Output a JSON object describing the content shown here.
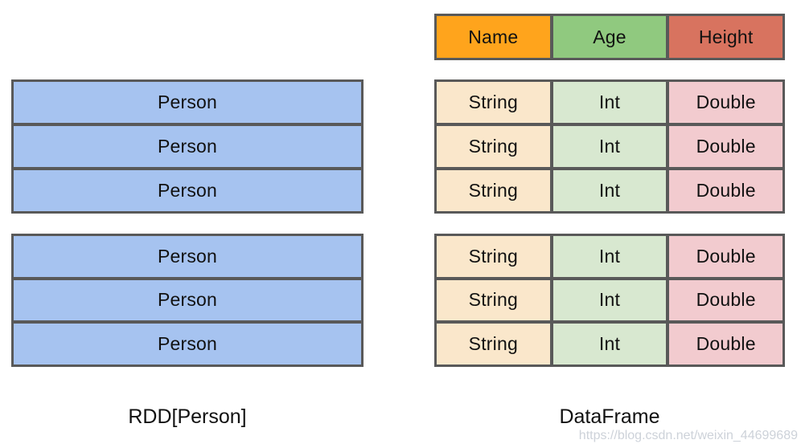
{
  "colors": {
    "border": "#595959",
    "person_cell": "#a6c3f0",
    "name_header": "#ffa41c",
    "age_header": "#90c97f",
    "height_header": "#d8735f",
    "string_cell": "#fae7cb",
    "int_cell": "#d8e8d0",
    "double_cell": "#f2cbcf",
    "watermark_text_color": "#cdd2d9"
  },
  "rdd": {
    "label": "RDD[Person]",
    "groups": [
      {
        "rows": [
          "Person",
          "Person",
          "Person"
        ]
      },
      {
        "rows": [
          "Person",
          "Person",
          "Person"
        ]
      }
    ]
  },
  "dataframe": {
    "label": "DataFrame",
    "header": {
      "name": "Name",
      "age": "Age",
      "height": "Height"
    },
    "groups": [
      {
        "rows": [
          {
            "name": "String",
            "age": "Int",
            "height": "Double"
          },
          {
            "name": "String",
            "age": "Int",
            "height": "Double"
          },
          {
            "name": "String",
            "age": "Int",
            "height": "Double"
          }
        ]
      },
      {
        "rows": [
          {
            "name": "String",
            "age": "Int",
            "height": "Double"
          },
          {
            "name": "String",
            "age": "Int",
            "height": "Double"
          },
          {
            "name": "String",
            "age": "Int",
            "height": "Double"
          }
        ]
      }
    ]
  },
  "watermark": "https://blog.csdn.net/weixin_44699689"
}
